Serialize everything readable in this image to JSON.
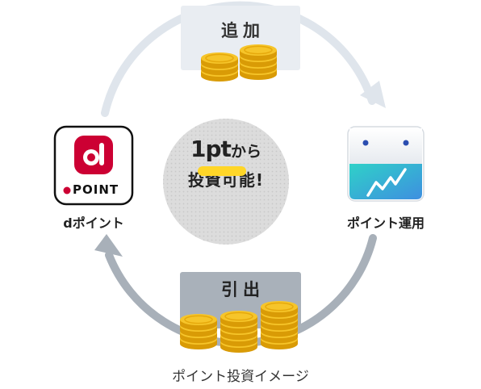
{
  "diagram": {
    "top_box_label": "追加",
    "bottom_box_label": "引出",
    "center": {
      "amount": "1pt",
      "suffix": "から",
      "line2": "投資可能!"
    },
    "left_node": {
      "icon_letter": "d",
      "icon_caption": "POINT",
      "label": "dポイント"
    },
    "right_node": {
      "label": "ポイント運用"
    },
    "caption": "ポイント投資イメージ"
  },
  "colors": {
    "top_box": "#e9edf2",
    "bottom_box": "#a9b1ba",
    "top_arrow": "#dfe5ec",
    "bottom_arrow": "#a8b0b9",
    "center_circle": "#d9d9d9",
    "center_highlight": "#ffd628",
    "brand_red": "#cc0033",
    "coin": "#f2bd1d",
    "coin_dark": "#d99b06",
    "app_top": "#f4f6f8",
    "app_bottom_a": "#2fd1c8",
    "app_bottom_b": "#3e8fe0"
  }
}
